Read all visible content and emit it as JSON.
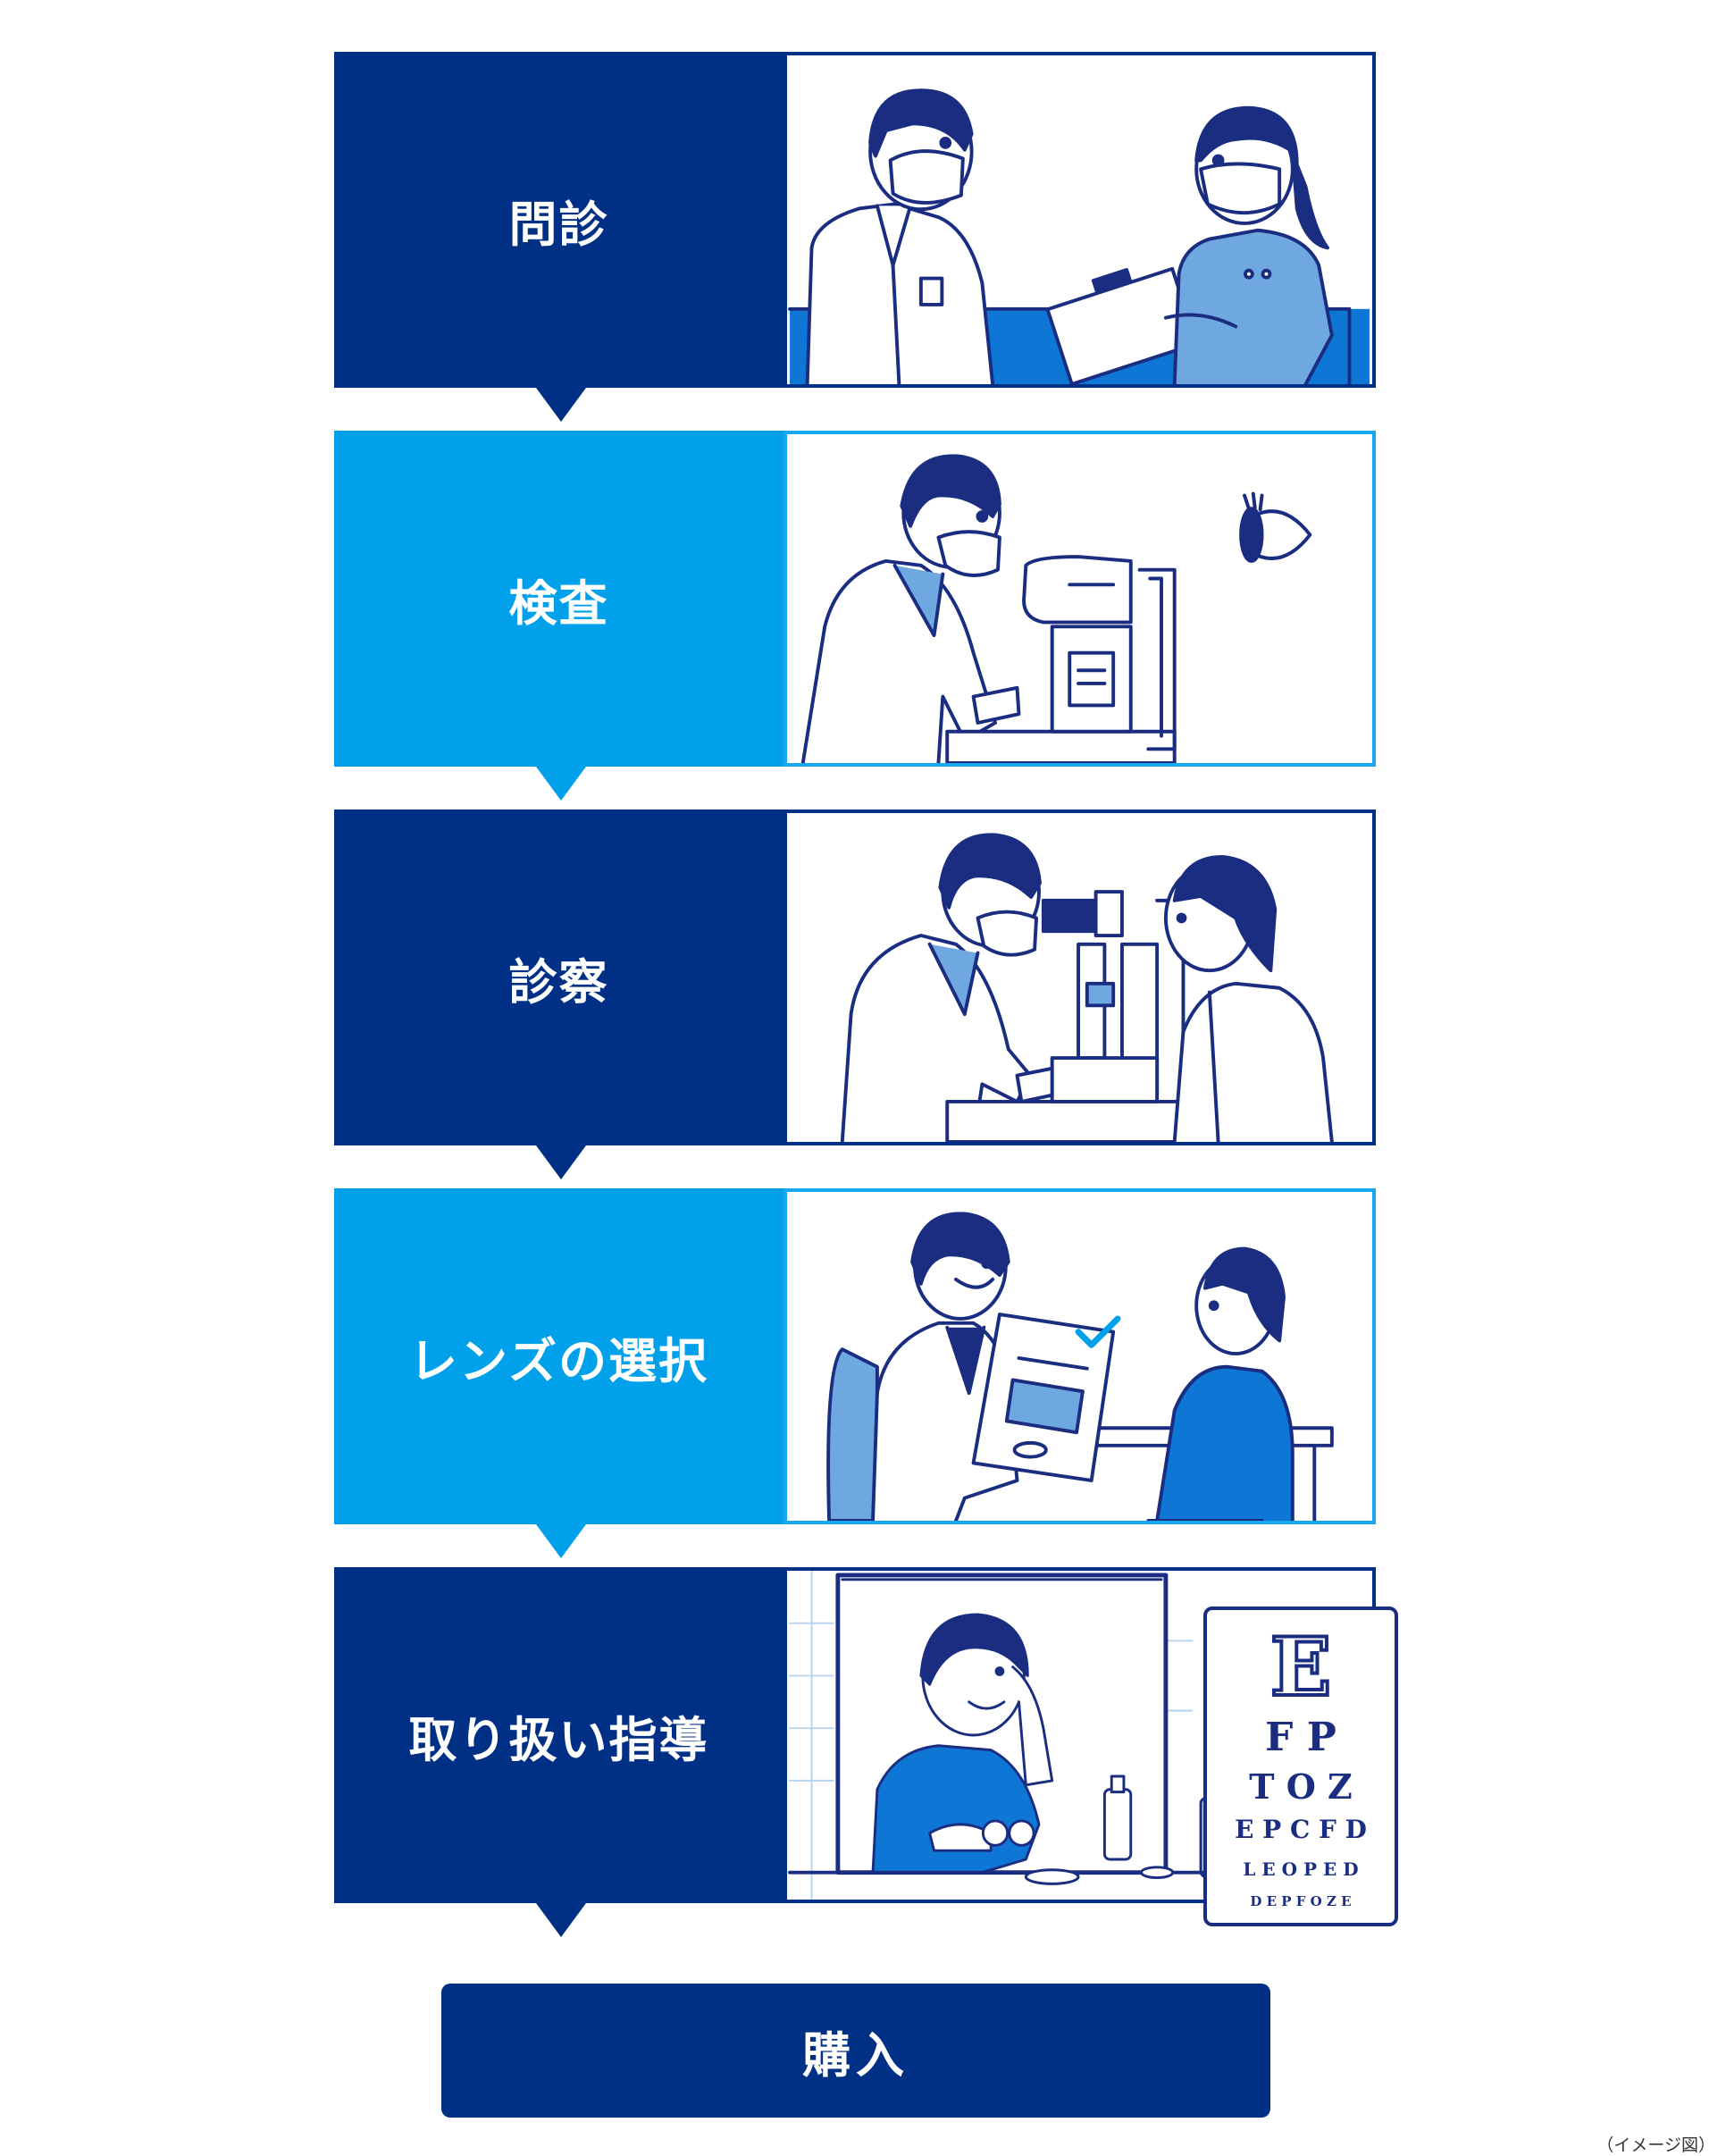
{
  "steps": [
    {
      "label": "問診",
      "theme": "dark",
      "illustration": "consultation-illustration"
    },
    {
      "label": "検査",
      "theme": "light",
      "illustration": "examination-illustration"
    },
    {
      "label": "診察",
      "theme": "dark",
      "illustration": "diagnosis-illustration"
    },
    {
      "label": "レンズの選択",
      "theme": "light",
      "illustration": "lens-selection-illustration"
    },
    {
      "label": "取り扱い指導",
      "theme": "dark",
      "illustration": "handling-instruction-illustration"
    }
  ],
  "eye_chart": {
    "rows": [
      "E",
      "F P",
      "T O Z",
      "E P C F D",
      "L E O P E D",
      "D E P F O Z E"
    ]
  },
  "purchase": {
    "label": "購入"
  },
  "caption": "（イメージ図）",
  "colors": {
    "dark": "#002f86",
    "light": "#00a0ea",
    "accent": "#6fa8e0",
    "line": "#1a2d80"
  }
}
